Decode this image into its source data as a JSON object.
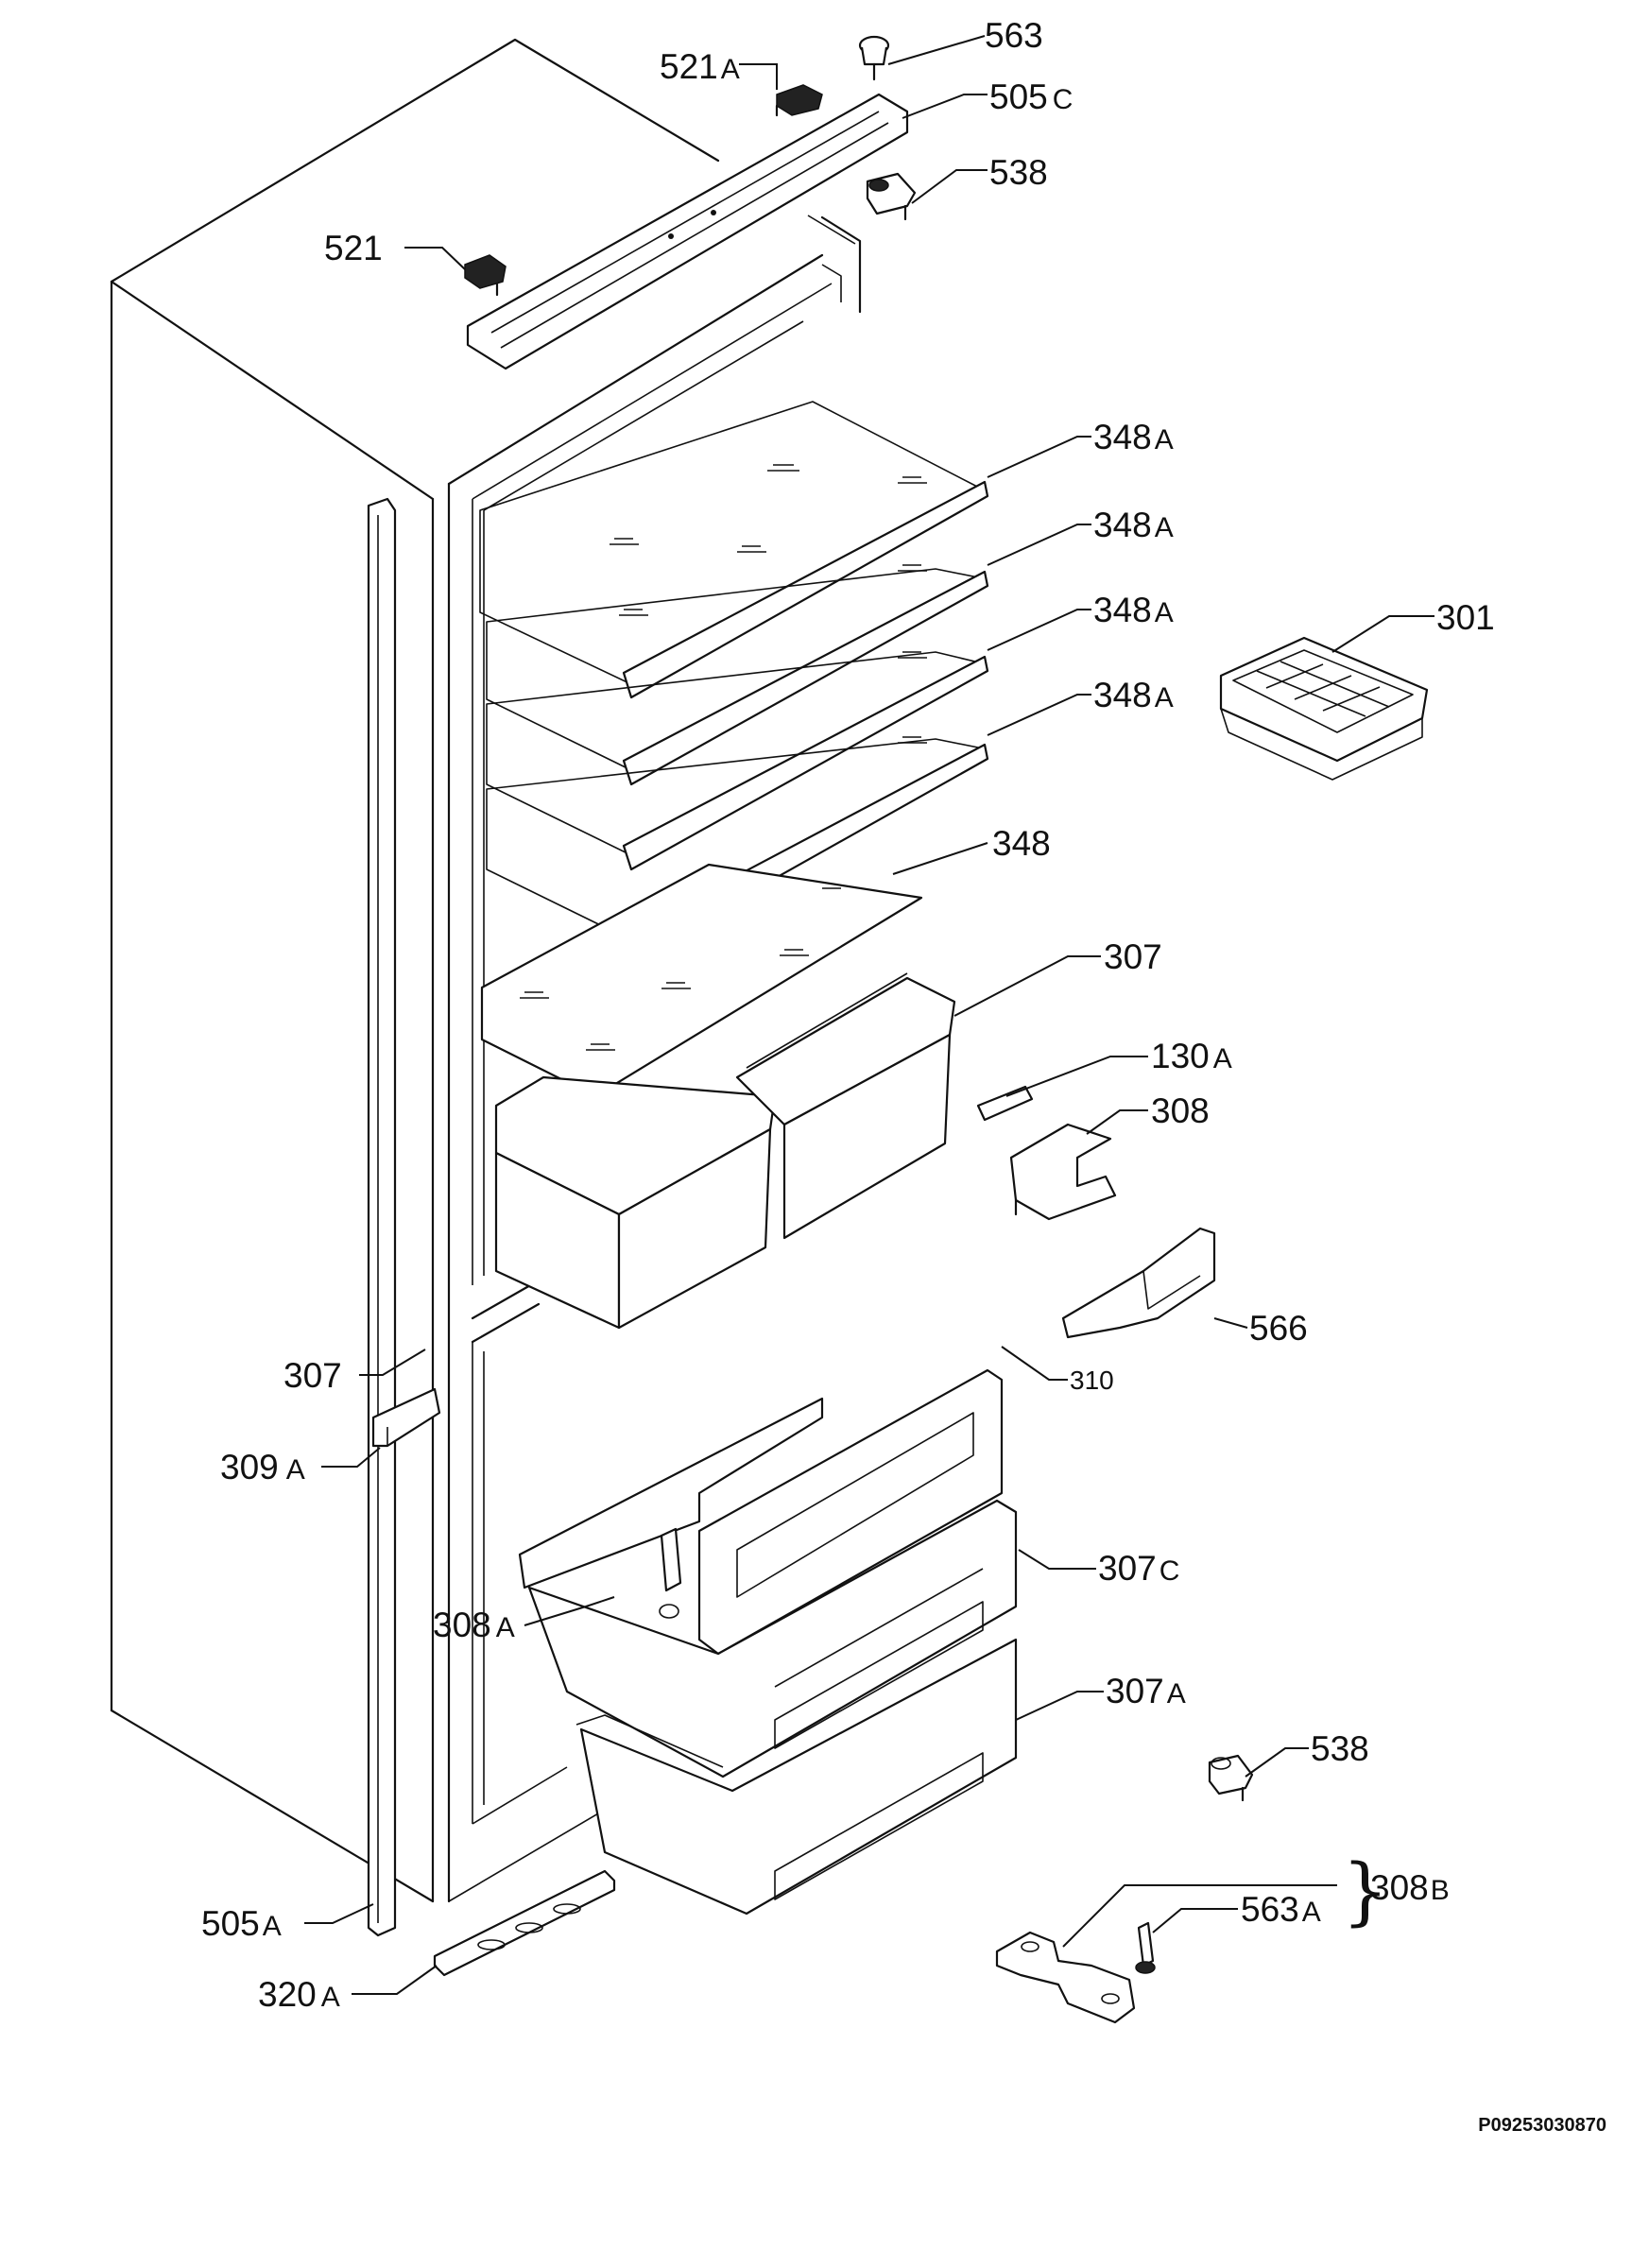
{
  "labels": {
    "p563": "563",
    "p521a": "521",
    "p521a_s": "A",
    "p505c": "505",
    "p505c_s": "C",
    "p538_top": "538",
    "p521": "521",
    "p348a_1": "348",
    "p348a_1_s": "A",
    "p348a_2": "348",
    "p348a_2_s": "A",
    "p348a_3": "348",
    "p348a_3_s": "A",
    "p348a_4": "348",
    "p348a_4_s": "A",
    "p301": "301",
    "p348": "348",
    "p307": "307",
    "p130a": "130",
    "p130a_s": "A",
    "p308": "308",
    "p566": "566",
    "p310": "310",
    "p307_left": "307",
    "p309a": "309",
    "p309a_s": "A",
    "p307c": "307",
    "p307c_s": "C",
    "p308a": "308",
    "p308a_s": "A",
    "p307a": "307",
    "p307a_s": "A",
    "p538_bottom": "538",
    "p505a": "505",
    "p505a_s": "A",
    "p563a": "563",
    "p563a_s": "A",
    "p308b": "308",
    "p308b_s": "B",
    "brace": "}",
    "p320a": "320",
    "p320a_s": "A"
  },
  "document_id": "P09253030870"
}
